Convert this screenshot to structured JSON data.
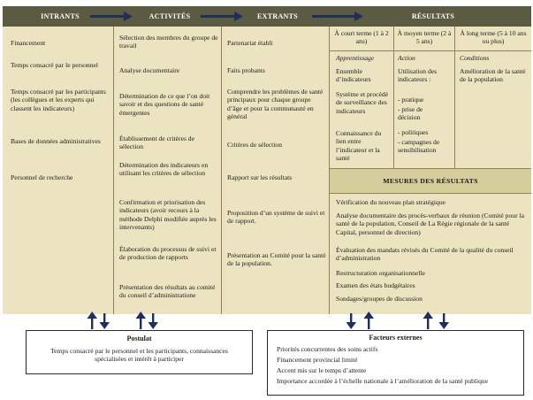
{
  "headers": {
    "intrants": "INTRANTS",
    "activites": "ACTIVITÉS",
    "extrants": "EXTRANTS",
    "resultats": "RÉSULTATS"
  },
  "intrants": [
    "Financement",
    "Temps consacré par le personnel",
    "Temps consacré par les participants (les collègues et les experts qui classent les indicateurs)",
    "Bases de données administratives",
    "Personnel de recherche"
  ],
  "activites": [
    "Sélection des membres du groupe de travail",
    "Analyse documentaire",
    "Détermination de ce que l’on doit savoir et des questions de santé émergentes",
    "Établissement de critères de sélection",
    "Détermination des indicateurs en utilisant les critères de sélection",
    "Confirmation et priorisation des indicateurs (avoir recours à la méthode Delphi modifiée auprès les intervenants)",
    "Élaboration du processus de suivi et de production de rapports",
    "Présentation des résultats au comité du conseil d’administratione"
  ],
  "extrants": [
    "Partenariat établi",
    "Faits probants",
    "Comprendre les problèmes de santé principaux pour chaque groupe d’âge et pour la communauté en général",
    "Critères de sélection",
    "Rapport sur les résultats",
    "Proposition d’un système de suivi et de rapport.",
    "Présentation au Comité pour la santé de la population."
  ],
  "resultats": {
    "court": {
      "term": "À court terme (1 à 2 ans)",
      "category": "Apprentissage",
      "items": [
        "Ensemble d’indicateurs",
        "Système et procédé de surveillance des indicateurs",
        "Connaissance du lien entre l’indicateur et la santé"
      ]
    },
    "moyen": {
      "term": "À moyen terme (2 à 5 ans)",
      "category": "Action",
      "intro": "Utilisation des indicateurs :",
      "items": [
        "- pratique",
        "- prise de décision",
        "- politiques",
        "- campagnes de sensibilisation"
      ]
    },
    "long": {
      "term": "À long terme (5 à 10 ans ou plus)",
      "category": "Conditions",
      "items": [
        "Amélioration de la santé de la population"
      ]
    }
  },
  "mesures": {
    "title": "MESURES DES RÉSULTATS",
    "items": [
      "Vérification du nouveau plan stratégique",
      "Analyse documentaire des procès-verbaux de réunion (Comité pour la santé de la population, Conseil de La Régie régionale de la santé Capital, personnel de direction)",
      "Évaluation des mandats révisés du Comité de la qualité du conseil d’administration",
      "Restructuration organisationnelle",
      "Examen des états budgétaires",
      "Sondages/groupes de discussion"
    ]
  },
  "postulat": {
    "title": "Postulat",
    "text": "Temps consacré par le personnel et les participants, connaissances spécialisées et intérêt à participer"
  },
  "facteurs": {
    "title": "Facteurs externes",
    "items": [
      "Priorités concurrentes des soins actifs",
      "Financement provincial limité",
      "Accent mis sur le temps d’attente",
      "Importance accordée à l’échelle nationale à l’amélioration de la santé publique"
    ]
  },
  "colors": {
    "header": "#5b5b44",
    "body": "#ece4c1",
    "mesures_header": "#d6cd9c",
    "arrow": "#1f2f5c"
  }
}
